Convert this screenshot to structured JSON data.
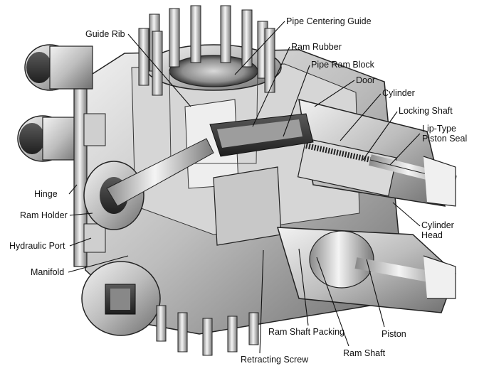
{
  "labels": {
    "pipe_centering_guide": "Pipe Centering Guide",
    "guide_rib": "Guide Rib",
    "ram_rubber": "Ram Rubber",
    "pipe_ram_block": "Pipe Ram Block",
    "door": "Door",
    "cylinder": "Cylinder",
    "locking_shaft": "Locking Shaft",
    "lip_type_piston_seal_1": "Lip-Type",
    "lip_type_piston_seal_2": "Piston Seal",
    "hinge": "Hinge",
    "ram_holder": "Ram Holder",
    "hydraulic_port": "Hydraulic Port",
    "manifold": "Manifold",
    "cylinder_head_1": "Cylinder",
    "cylinder_head_2": "Head",
    "ram_shaft_packing": "Ram Shaft Packing",
    "piston": "Piston",
    "ram_shaft": "Ram Shaft",
    "retracting_screw": "Retracting Screw"
  }
}
